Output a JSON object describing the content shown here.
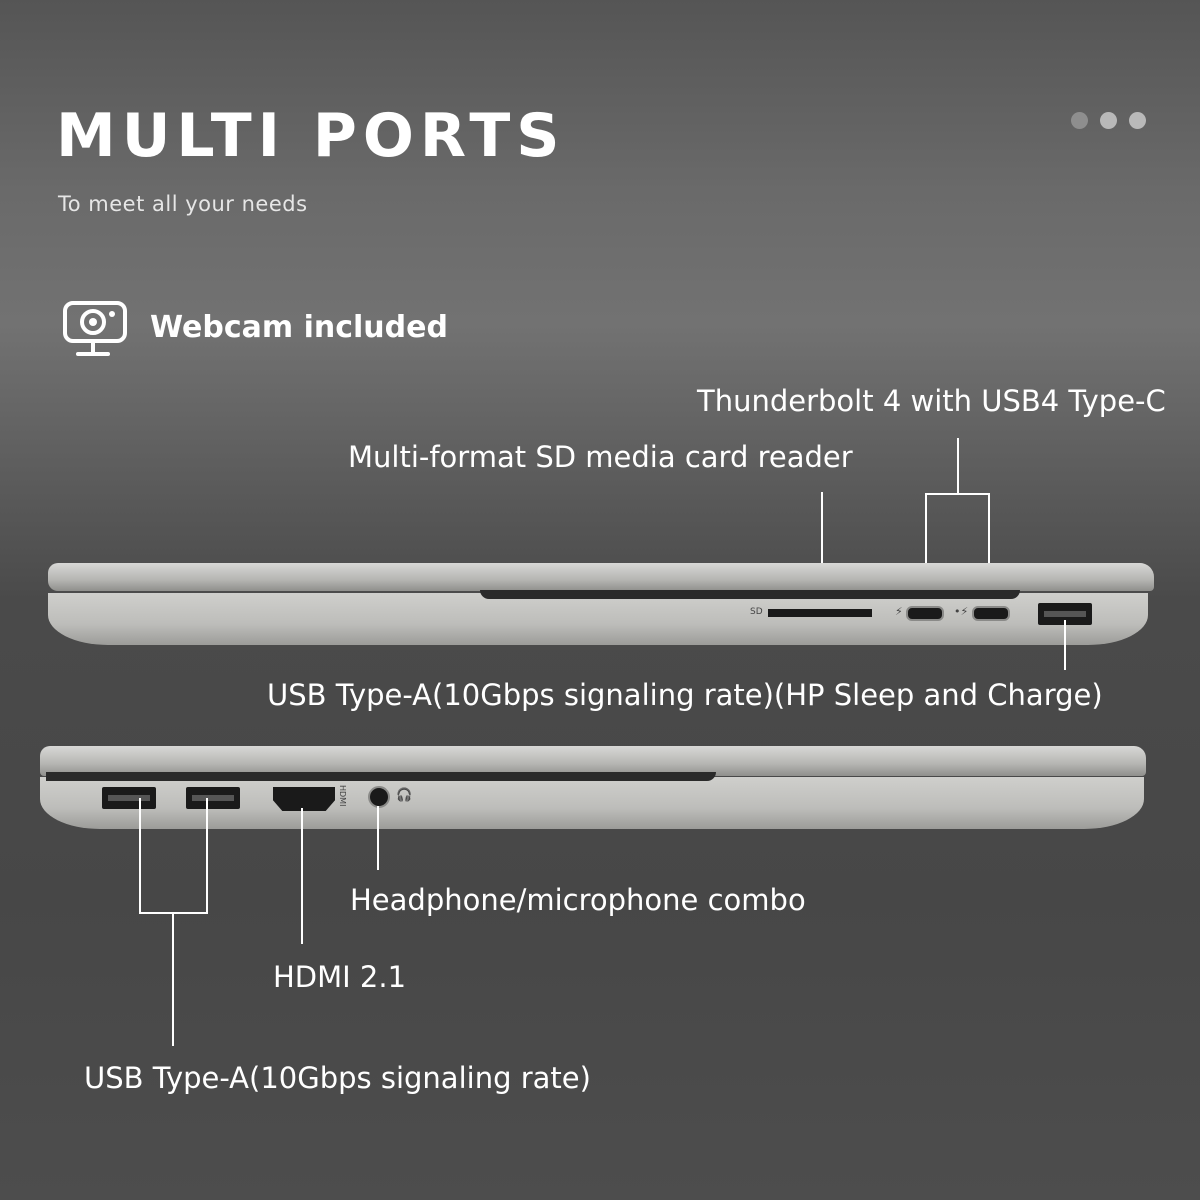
{
  "header": {
    "title": "MULTI PORTS",
    "subtitle": "To meet all your needs"
  },
  "pagination": {
    "dots": 3
  },
  "feature": {
    "icon": "webcam-icon",
    "label": "Webcam included"
  },
  "right_side_ports": {
    "thunderbolt_label": "Thunderbolt 4 with USB4 Type-C",
    "sd_label": "Multi-format SD media card reader",
    "usb_a_label": "USB Type-A(10Gbps signaling rate)(HP Sleep and Charge)",
    "sd_marking": "SD"
  },
  "left_side_ports": {
    "headphone_label": "Headphone/microphone combo",
    "hdmi_label": "HDMI 2.1",
    "usb_a_label": "USB Type-A(10Gbps signaling rate)",
    "hdmi_marking": "HDMI"
  },
  "colors": {
    "text": "#ffffff",
    "laptop_silver": "#c8c8c5",
    "port_black": "#1a1a1a"
  }
}
